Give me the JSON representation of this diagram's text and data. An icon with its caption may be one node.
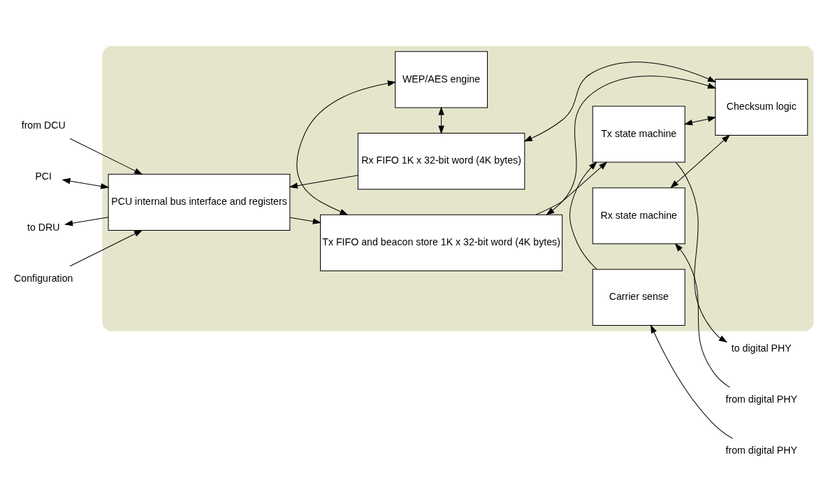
{
  "diagram": {
    "nodes": [
      {
        "text": [],
        "shape": "box"
      },
      {
        "text": [
          "PCU internal bus interface and registers"
        ],
        "in": 0
      },
      {
        "text": [
          "Tx FIFO and beacon store 1K x 32-bit word (4K bytes)"
        ],
        "in": 0
      },
      {
        "text": [
          "Tx state machine"
        ],
        "in": 0
      },
      {
        "text": [
          "WEP/AES engine"
        ],
        "in": 0
      },
      {
        "text": [
          "Checksum logic"
        ],
        "in": 0
      },
      {
        "text": [
          "Carrier sense"
        ],
        "in": 0
      },
      {
        "text": [
          "Rx FIFO 1K x 32-bit word (4K bytes)"
        ],
        "in": 0
      },
      {
        "text": [
          "Rx state machine"
        ],
        "in": 0
      },
      {
        "text": [
          "from DCU"
        ]
      },
      {
        "text": [
          "PCI"
        ]
      },
      {
        "text": [
          "to DRU"
        ]
      },
      {
        "text": [
          "Configuration"
        ]
      },
      {
        "text": [
          "to digital PHY"
        ]
      },
      {
        "text": [
          "from digital PHY"
        ]
      },
      {
        "text": [
          "from digital PHY"
        ]
      }
    ],
    "edges": [
      {
        "from": 9,
        "to": 1,
        "arrow": "to"
      },
      {
        "from": 10,
        "to": 1,
        "arrow": "both"
      },
      {
        "from": 1,
        "to": 11,
        "arrow": "to"
      },
      {
        "from": 12,
        "to": 1,
        "arrow": "to"
      },
      {
        "from": 1,
        "to": 2,
        "arrow": "to"
      },
      {
        "from": 2,
        "to": 3,
        "arrow": "to"
      },
      {
        "from": 3,
        "to": 13,
        "arrow": "to"
      },
      {
        "from": 2,
        "to": 4,
        "arrow": "both"
      },
      {
        "from": 2,
        "to": 5,
        "arrow": "both"
      },
      {
        "from": 3,
        "to": 5,
        "arrow": "both"
      },
      {
        "from": 6,
        "to": 3,
        "arrow": "to"
      },
      {
        "from": 14,
        "to": 6,
        "arrow": "to"
      },
      {
        "from": 4,
        "to": 7,
        "arrow": "both"
      },
      {
        "from": 5,
        "to": 7,
        "arrow": "both"
      },
      {
        "from": 5,
        "to": 8,
        "arrow": "both"
      },
      {
        "from": 15,
        "to": 8,
        "arrow": "to"
      },
      {
        "from": 7,
        "to": 1,
        "arrow": "to"
      }
    ]
  }
}
